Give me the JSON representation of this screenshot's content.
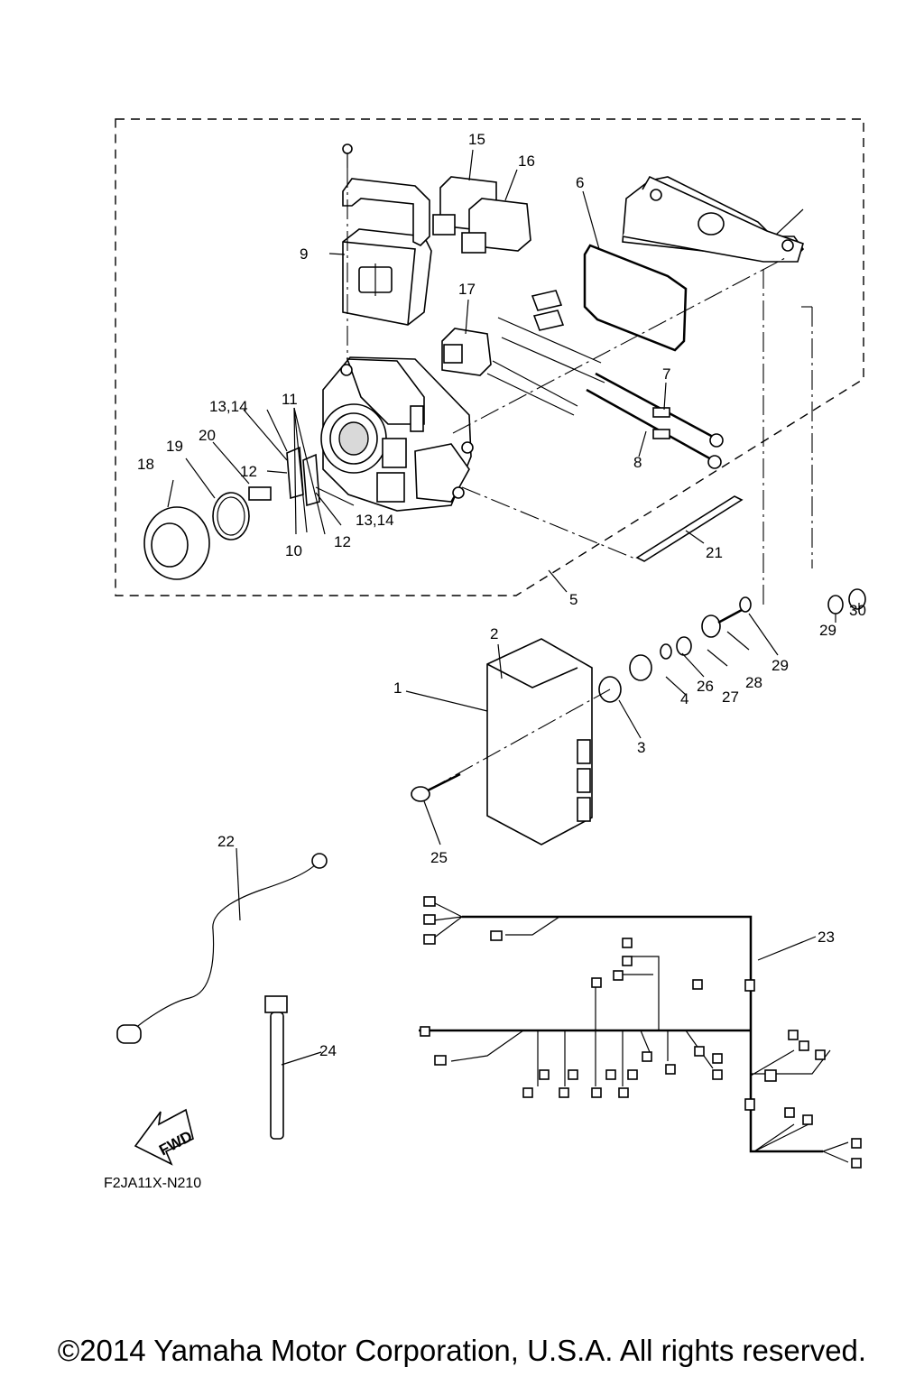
{
  "callouts": {
    "c1": "1",
    "c2": "2",
    "c3": "3",
    "c4": "4",
    "c5": "5",
    "c6": "6",
    "c7": "7",
    "c8": "8",
    "c9": "9",
    "c10": "10",
    "c11": "11",
    "c12a": "12",
    "c12b": "12",
    "c13a": "13,14",
    "c13b": "13,14",
    "c15": "15",
    "c16": "16",
    "c17": "17",
    "c18": "18",
    "c19": "19",
    "c20": "20",
    "c21": "21",
    "c22": "22",
    "c23": "23",
    "c24": "24",
    "c25": "25",
    "c26": "26",
    "c27": "27",
    "c28": "28",
    "c29a": "29",
    "c29b": "29",
    "c30": "30"
  },
  "fwd_label": "FWD",
  "diagram_code": "F2JA11X-N210",
  "copyright": "©2014 Yamaha Motor Corporation, U.S.A. All rights reserved."
}
